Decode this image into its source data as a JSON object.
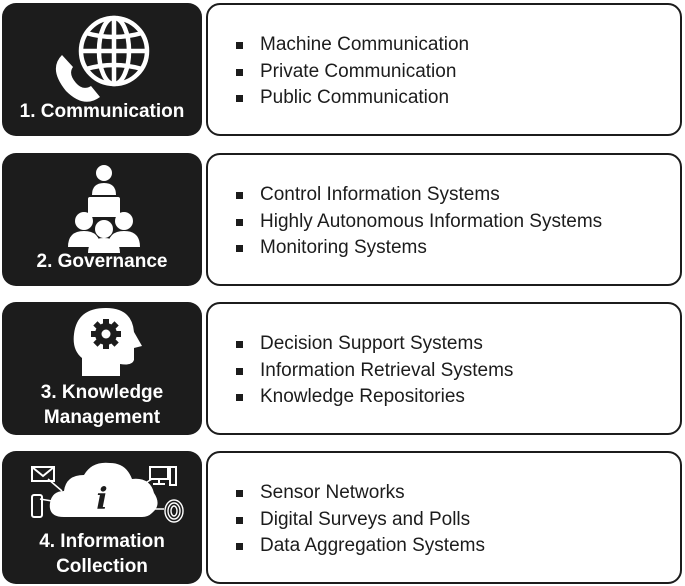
{
  "rows": [
    {
      "title": "1. Communication",
      "icon": "globe-phone-icon",
      "items": [
        "Machine Communication",
        "Private Communication",
        "Public Communication"
      ]
    },
    {
      "title": "2. Governance",
      "icon": "presenter-audience-icon",
      "items": [
        "Control Information Systems",
        "Highly Autonomous Information Systems",
        "Monitoring Systems"
      ]
    },
    {
      "title_line1": "3. Knowledge",
      "title_line2": "Management",
      "icon": "head-gear-icon",
      "items": [
        "Decision Support Systems",
        "Information Retrieval Systems",
        "Knowledge Repositories"
      ]
    },
    {
      "title_line1": "4. Information",
      "title_line2": "Collection",
      "icon": "info-cloud-network-icon",
      "items": [
        "Sensor Networks",
        "Digital Surveys and Polls",
        "Data Aggregation Systems"
      ]
    }
  ],
  "colors": {
    "tile": "#1c1c1c",
    "text": "#1c1c1c",
    "tile_text": "#ffffff"
  }
}
